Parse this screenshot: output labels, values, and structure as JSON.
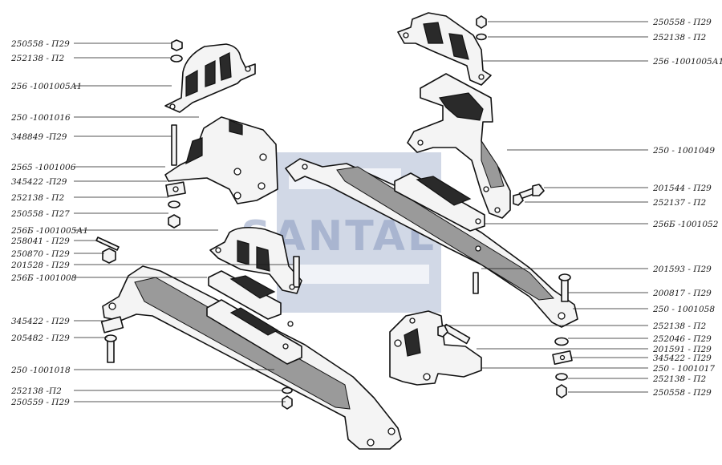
{
  "watermark": {
    "text": "SANTAL"
  },
  "labels_left": [
    "250558 - П29",
    "252138  - П2",
    "256 -1001005А1",
    "250 -1001016",
    "348849 -П29",
    "2565 -1001006",
    "345422 -П29",
    "252138 - П2",
    "250558 - П27",
    "256Б -1001005А1",
    "258041 - П29",
    "250870 - П29",
    "201528 - П29",
    "256Б -1001008",
    "345422 - П29",
    "205482 - П29",
    "250 -1001018",
    "252138 -П2",
    "250559 - П29"
  ],
  "labels_right": [
    "250558 - П29",
    "252138 - П2",
    "256 -1001005А1",
    "250 - 1001049",
    "201544 - П29",
    "252137 - П2",
    "256Б -1001052",
    "201593 - П29",
    "200817 - П29",
    "250 - 1001058",
    "252138 - П2",
    "252046 - П29",
    "201591 - П29",
    "345422 - П29",
    "250 - 1001017",
    "252138 - П2",
    "250558 - П29"
  ]
}
